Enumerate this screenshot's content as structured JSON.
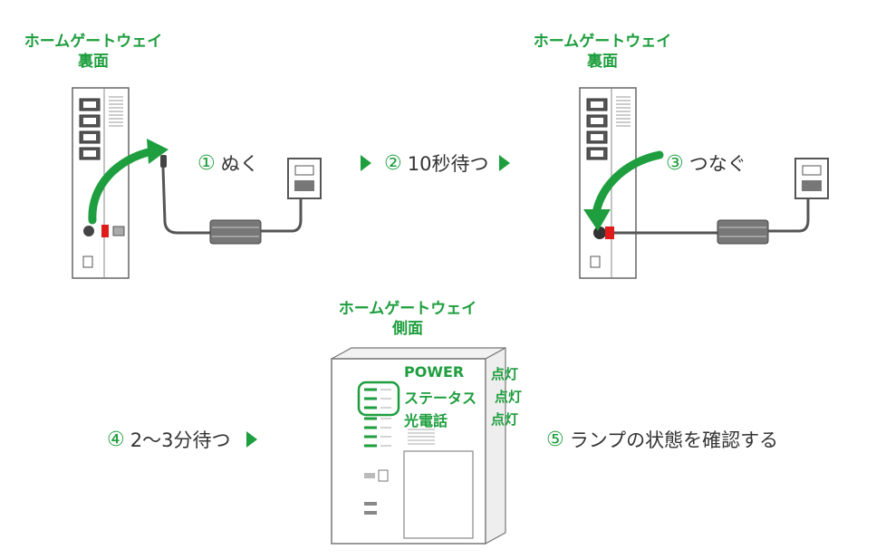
{
  "back_left": {
    "title_line1": "ホームゲートウェイ",
    "title_line2": "裏面"
  },
  "back_right": {
    "title_line1": "ホームゲートウェイ",
    "title_line2": "裏面"
  },
  "side_view": {
    "title_line1": "ホームゲートウェイ",
    "title_line2": "側面"
  },
  "steps": [
    {
      "num": "①",
      "label": "ぬく"
    },
    {
      "num": "②",
      "label": "10秒待つ"
    },
    {
      "num": "③",
      "label": "つなぐ"
    },
    {
      "num": "④",
      "label": "2〜3分待つ"
    },
    {
      "num": "⑤",
      "label": "ランプの状態を確認する"
    }
  ],
  "lamps": [
    {
      "name": "POWER",
      "state": "点灯"
    },
    {
      "name": "ステータス",
      "state": "点灯"
    },
    {
      "name": "光電話",
      "state": "点灯"
    }
  ],
  "colors": {
    "accent": "#1e9e3e",
    "text": "#333333",
    "device_line": "#555555"
  }
}
